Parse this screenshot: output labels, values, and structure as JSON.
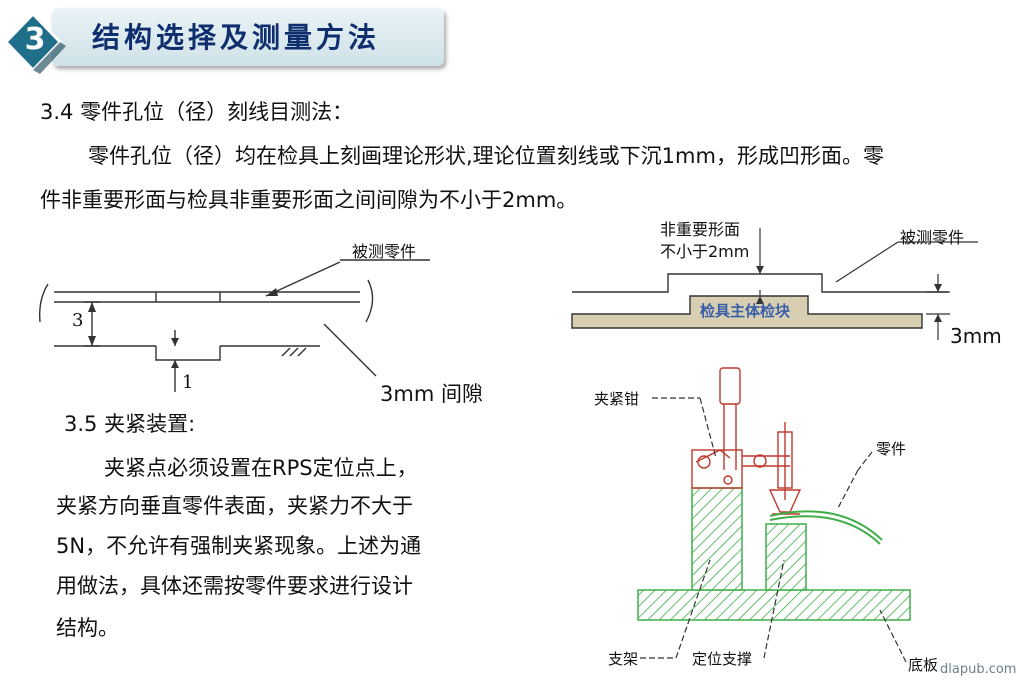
{
  "header": {
    "number": "3",
    "title": "结构选择及测量方法"
  },
  "section_34": {
    "heading": "3.4   零件孔位（径）刻线目测法：",
    "para_line1": "零件孔位（径）均在检具上刻画理论形状,理论位置刻线或下沉1mm，形成凹形面。零",
    "para_line2": "件非重要形面与检具非重要形面之间间隙为不小于2mm。"
  },
  "figure_left": {
    "part_label": "被测零件",
    "dim_3": "3",
    "dim_1": "1",
    "gap_label": "3mm  间隙"
  },
  "figure_right": {
    "line1": "非重要形面",
    "line2": "不小于2mm",
    "part_label": "被测零件",
    "block_label": "检具主体检块",
    "dim_3mm": "3mm"
  },
  "section_35": {
    "heading": "3.5   夹紧装置:",
    "lines": [
      "夹紧点必须设置在RPS定位点上，",
      "夹紧方向垂直零件表面，夹紧力不大于",
      "5N，不允许有强制夹紧现象。上述为通",
      "用做法，具体还需按零件要求进行设计",
      "结构。"
    ]
  },
  "clamp_figure": {
    "clamp_label": "夹紧钳",
    "part_label": "零件",
    "bracket_label": "支架",
    "support_label": "定位支撑",
    "base_label": "底板"
  },
  "watermark": "dlapub.com",
  "colors": {
    "title": "#0f2e6e",
    "badge": "#1f6f8b",
    "block_fill": "#d8cfb2",
    "hatch": "#3fae49"
  }
}
